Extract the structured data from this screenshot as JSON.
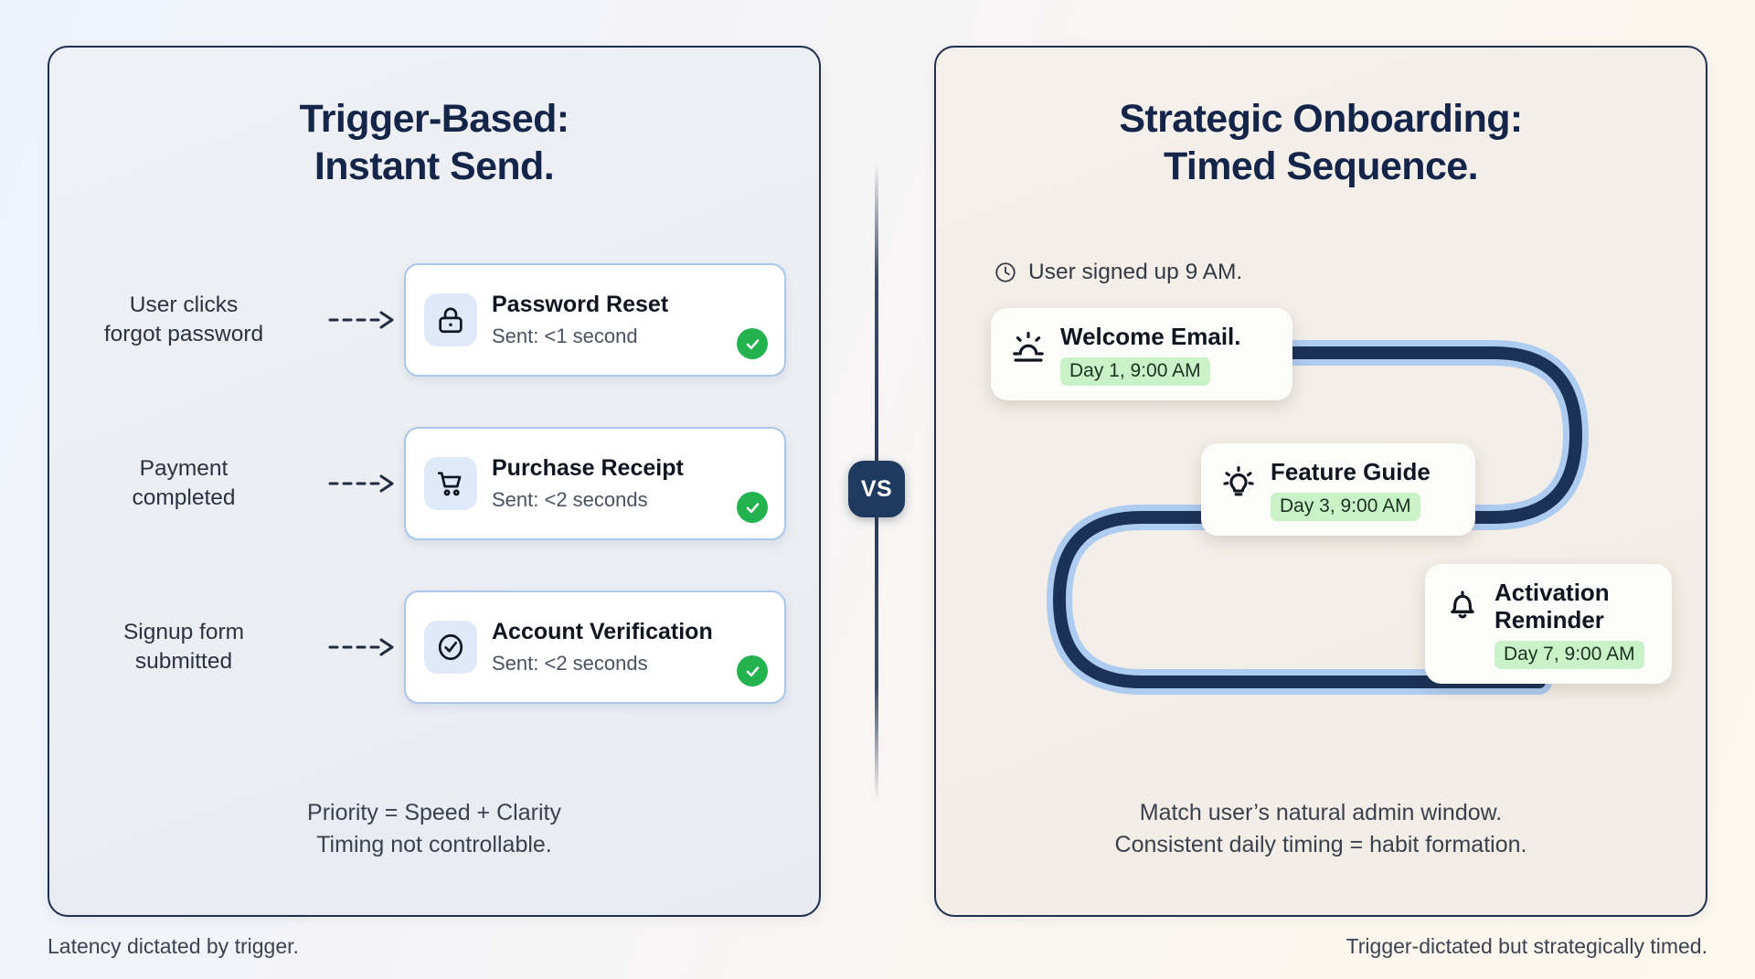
{
  "left": {
    "title_line1": "Trigger-Based:",
    "title_line2": "Instant Send.",
    "rows": [
      {
        "trigger_line1": "User clicks",
        "trigger_line2": "forgot password",
        "icon": "lock-icon",
        "title": "Password Reset",
        "subtitle": "Sent: <1 second",
        "status": "sent-check"
      },
      {
        "trigger_line1": "Payment",
        "trigger_line2": "completed",
        "icon": "shopping-cart-icon",
        "title": "Purchase Receipt",
        "subtitle": "Sent: <2 seconds",
        "status": "sent-check"
      },
      {
        "trigger_line1": "Signup form",
        "trigger_line2": "submitted",
        "icon": "check-circle-icon",
        "title": "Account Verification",
        "subtitle": "Sent: <2 seconds",
        "status": "sent-check"
      }
    ],
    "footnote_line1": "Priority = Speed + Clarity",
    "footnote_line2": "Timing not controllable.",
    "caption": "Latency dictated by trigger."
  },
  "right": {
    "title_line1": "Strategic Onboarding:",
    "title_line2": "Timed Sequence.",
    "signup_note": "User signed up 9 AM.",
    "signup_icon": "clock-icon",
    "sequence": [
      {
        "icon": "sunrise-icon",
        "title": "Welcome Email.",
        "badge": "Day 1, 9:00 AM"
      },
      {
        "icon": "lightbulb-icon",
        "title": "Feature Guide",
        "badge": "Day 3, 9:00 AM"
      },
      {
        "icon": "bell-icon",
        "title_line1": "Activation",
        "title_line2": "Reminder",
        "badge": "Day 7, 9:00 AM"
      }
    ],
    "footnote_line1": "Match user’s natural admin window.",
    "footnote_line2": "Consistent daily timing = habit formation.",
    "caption": "Trigger-dictated but strategically timed."
  },
  "divider": {
    "label": "VS"
  },
  "colors": {
    "ink": "#15254a",
    "card_border": "#a9c7e8",
    "badge_green": "#c9f2c9",
    "check_green": "#22b34e",
    "track_dark": "#1b3157",
    "track_light": "#aecbf0",
    "vs_navy": "#1e3a5f"
  }
}
